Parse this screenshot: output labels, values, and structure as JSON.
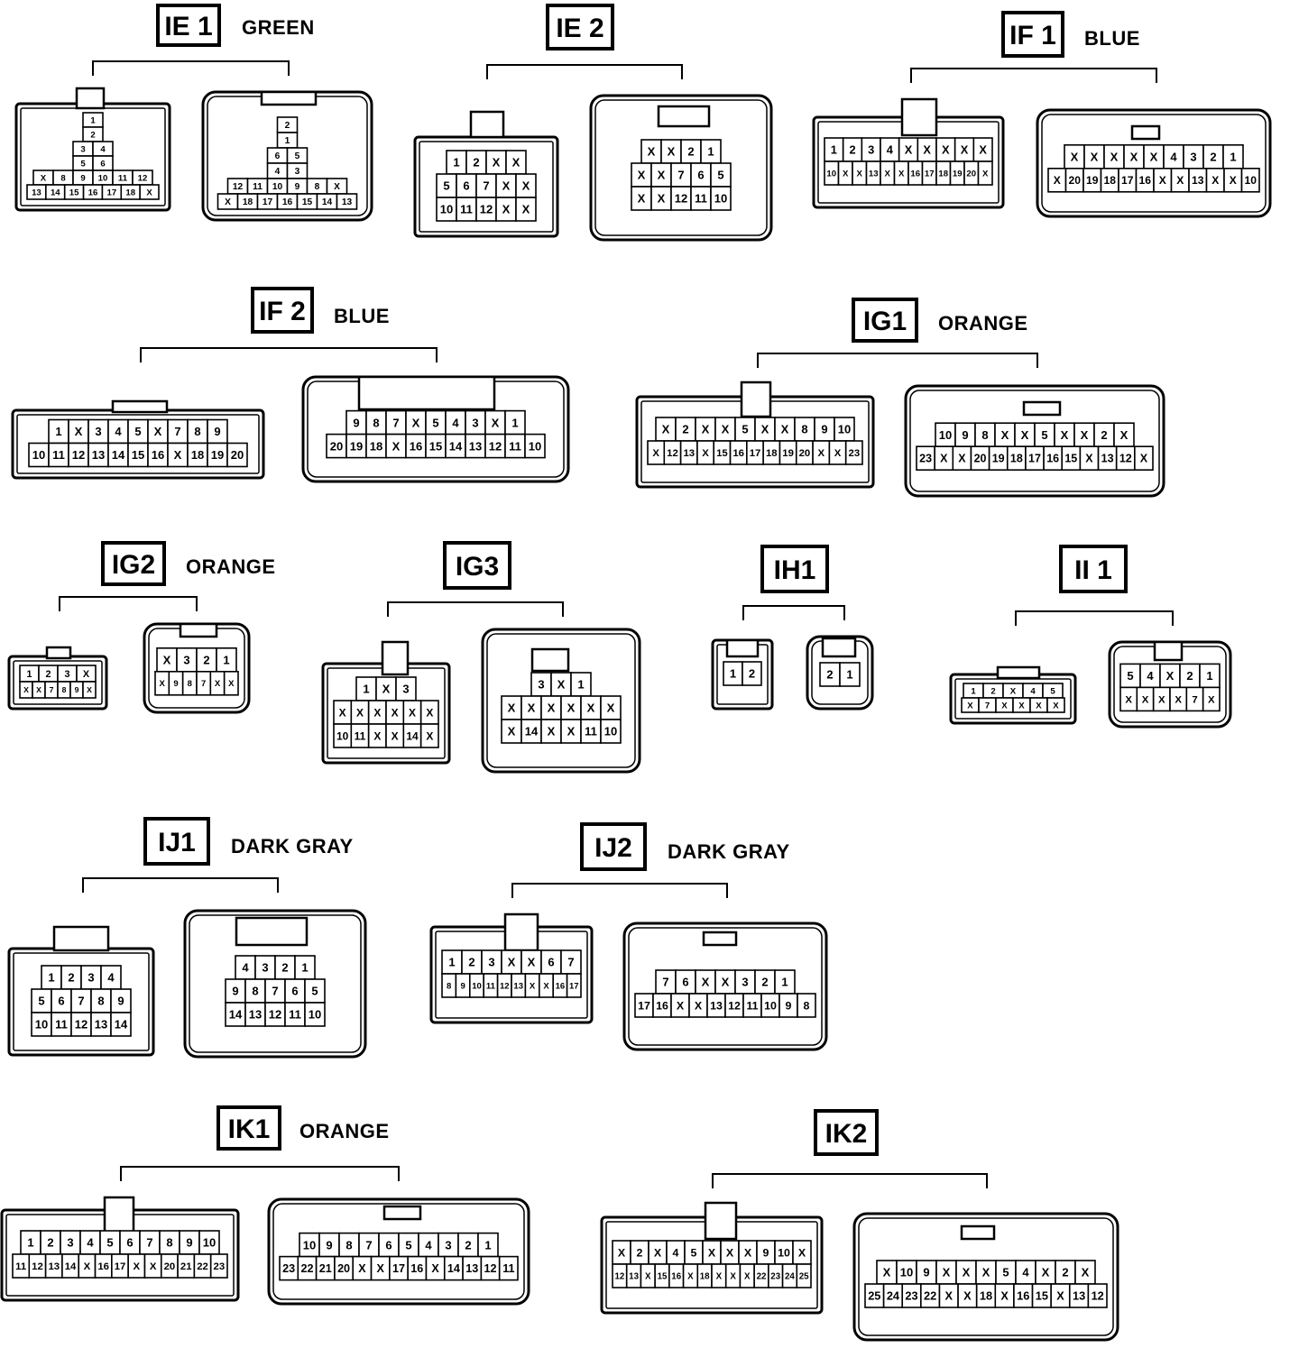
{
  "connectors": [
    {
      "id": "ie1",
      "code": "IE 1",
      "color": "GREEN",
      "pins": [
        [
          "1"
        ],
        [
          "2"
        ],
        [
          "3",
          "4"
        ],
        [
          "5",
          "6"
        ],
        [
          "X",
          "8",
          "9",
          "10",
          "11",
          "12"
        ],
        [
          "13",
          "14",
          "15",
          "16",
          "17",
          "18",
          "X"
        ]
      ],
      "female": [
        [
          "2"
        ],
        [
          "1"
        ],
        [
          "6",
          "5"
        ],
        [
          "4",
          "3"
        ],
        [
          "12",
          "11",
          "10",
          "9",
          "8",
          "X"
        ],
        [
          "X",
          "18",
          "17",
          "16",
          "15",
          "14",
          "13"
        ]
      ]
    },
    {
      "id": "ie2",
      "code": "IE 2",
      "color": "",
      "pins": [
        [
          "1",
          "2",
          "X",
          "X"
        ],
        [
          "5",
          "6",
          "7",
          "X",
          "X"
        ],
        [
          "10",
          "11",
          "12",
          "X",
          "X"
        ]
      ],
      "female": [
        [
          "X",
          "X",
          "2",
          "1"
        ],
        [
          "X",
          "X",
          "7",
          "6",
          "5"
        ],
        [
          "X",
          "X",
          "12",
          "11",
          "10"
        ]
      ]
    },
    {
      "id": "if1",
      "code": "IF 1",
      "color": "BLUE",
      "pins": [
        [
          "1",
          "2",
          "3",
          "4",
          "X",
          "X",
          "X",
          "X",
          "X"
        ],
        [
          "10",
          "X",
          "X",
          "13",
          "X",
          "X",
          "16",
          "17",
          "18",
          "19",
          "20",
          "X"
        ]
      ],
      "female": [
        [
          "X",
          "X",
          "X",
          "X",
          "X",
          "4",
          "3",
          "2",
          "1"
        ],
        [
          "X",
          "20",
          "19",
          "18",
          "17",
          "16",
          "X",
          "X",
          "13",
          "X",
          "X",
          "10"
        ]
      ]
    },
    {
      "id": "if2",
      "code": "IF 2",
      "color": "BLUE",
      "pins": [
        [
          "1",
          "X",
          "3",
          "4",
          "5",
          "X",
          "7",
          "8",
          "9"
        ],
        [
          "10",
          "11",
          "12",
          "13",
          "14",
          "15",
          "16",
          "X",
          "18",
          "19",
          "20"
        ]
      ],
      "female": [
        [
          "9",
          "8",
          "7",
          "X",
          "5",
          "4",
          "3",
          "X",
          "1"
        ],
        [
          "20",
          "19",
          "18",
          "X",
          "16",
          "15",
          "14",
          "13",
          "12",
          "11",
          "10"
        ]
      ]
    },
    {
      "id": "ig1",
      "code": "IG1",
      "color": "ORANGE",
      "pins": [
        [
          "X",
          "2",
          "X",
          "X",
          "5",
          "X",
          "X",
          "8",
          "9",
          "10"
        ],
        [
          "X",
          "12",
          "13",
          "X",
          "15",
          "16",
          "17",
          "18",
          "19",
          "20",
          "X",
          "X",
          "23"
        ]
      ],
      "female": [
        [
          "10",
          "9",
          "8",
          "X",
          "X",
          "5",
          "X",
          "X",
          "2",
          "X"
        ],
        [
          "23",
          "X",
          "X",
          "20",
          "19",
          "18",
          "17",
          "16",
          "15",
          "X",
          "13",
          "12",
          "X"
        ]
      ]
    },
    {
      "id": "ig2",
      "code": "IG2",
      "color": "ORANGE",
      "pins": [
        [
          "1",
          "2",
          "3",
          "X"
        ],
        [
          "X",
          "X",
          "7",
          "8",
          "9",
          "X"
        ]
      ],
      "female": [
        [
          "X",
          "3",
          "2",
          "1"
        ],
        [
          "X",
          "9",
          "8",
          "7",
          "X",
          "X"
        ]
      ]
    },
    {
      "id": "ig3",
      "code": "IG3",
      "color": "",
      "pins": [
        [
          "1",
          "X",
          "3"
        ],
        [
          "X",
          "X",
          "X",
          "X",
          "X",
          "X"
        ],
        [
          "10",
          "11",
          "X",
          "X",
          "14",
          "X"
        ]
      ],
      "female": [
        [
          "3",
          "X",
          "1"
        ],
        [
          "X",
          "X",
          "X",
          "X",
          "X",
          "X"
        ],
        [
          "X",
          "14",
          "X",
          "X",
          "11",
          "10"
        ]
      ]
    },
    {
      "id": "ih1",
      "code": "IH1",
      "color": "",
      "pins": [
        [
          "1",
          "2"
        ]
      ],
      "female": [
        [
          "2",
          "1"
        ]
      ]
    },
    {
      "id": "ii1",
      "code": "II 1",
      "color": "",
      "pins": [
        [
          "1",
          "2",
          "X",
          "4",
          "5"
        ],
        [
          "X",
          "7",
          "X",
          "X",
          "X",
          "X"
        ]
      ],
      "female": [
        [
          "5",
          "4",
          "X",
          "2",
          "1"
        ],
        [
          "X",
          "X",
          "X",
          "X",
          "7",
          "X"
        ]
      ]
    },
    {
      "id": "ij1",
      "code": "IJ1",
      "color": "DARK GRAY",
      "pins": [
        [
          "1",
          "2",
          "3",
          "4"
        ],
        [
          "5",
          "6",
          "7",
          "8",
          "9"
        ],
        [
          "10",
          "11",
          "12",
          "13",
          "14"
        ]
      ],
      "female": [
        [
          "4",
          "3",
          "2",
          "1"
        ],
        [
          "9",
          "8",
          "7",
          "6",
          "5"
        ],
        [
          "14",
          "13",
          "12",
          "11",
          "10"
        ]
      ]
    },
    {
      "id": "ij2",
      "code": "IJ2",
      "color": "DARK GRAY",
      "pins": [
        [
          "1",
          "2",
          "3",
          "X",
          "X",
          "6",
          "7"
        ],
        [
          "8",
          "9",
          "10",
          "11",
          "12",
          "13",
          "X",
          "X",
          "16",
          "17"
        ]
      ],
      "female": [
        [
          "7",
          "6",
          "X",
          "X",
          "3",
          "2",
          "1"
        ],
        [
          "17",
          "16",
          "X",
          "X",
          "13",
          "12",
          "11",
          "10",
          "9",
          "8"
        ]
      ]
    },
    {
      "id": "ik1",
      "code": "IK1",
      "color": "ORANGE",
      "pins": [
        [
          "1",
          "2",
          "3",
          "4",
          "5",
          "6",
          "7",
          "8",
          "9",
          "10"
        ],
        [
          "11",
          "12",
          "13",
          "14",
          "X",
          "16",
          "17",
          "X",
          "X",
          "20",
          "21",
          "22",
          "23"
        ]
      ],
      "female": [
        [
          "10",
          "9",
          "8",
          "7",
          "6",
          "5",
          "4",
          "3",
          "2",
          "1"
        ],
        [
          "23",
          "22",
          "21",
          "20",
          "X",
          "X",
          "17",
          "16",
          "X",
          "14",
          "13",
          "12",
          "11"
        ]
      ]
    },
    {
      "id": "ik2",
      "code": "IK2",
      "color": "",
      "pins": [
        [
          "X",
          "2",
          "X",
          "4",
          "5",
          "X",
          "X",
          "X",
          "9",
          "10",
          "X"
        ],
        [
          "12",
          "13",
          "X",
          "15",
          "16",
          "X",
          "18",
          "X",
          "X",
          "X",
          "22",
          "23",
          "24",
          "25"
        ]
      ],
      "female": [
        [
          "X",
          "10",
          "9",
          "X",
          "X",
          "X",
          "5",
          "4",
          "X",
          "2",
          "X"
        ],
        [
          "25",
          "24",
          "23",
          "22",
          "X",
          "X",
          "18",
          "X",
          "16",
          "15",
          "X",
          "13",
          "12"
        ]
      ]
    }
  ]
}
